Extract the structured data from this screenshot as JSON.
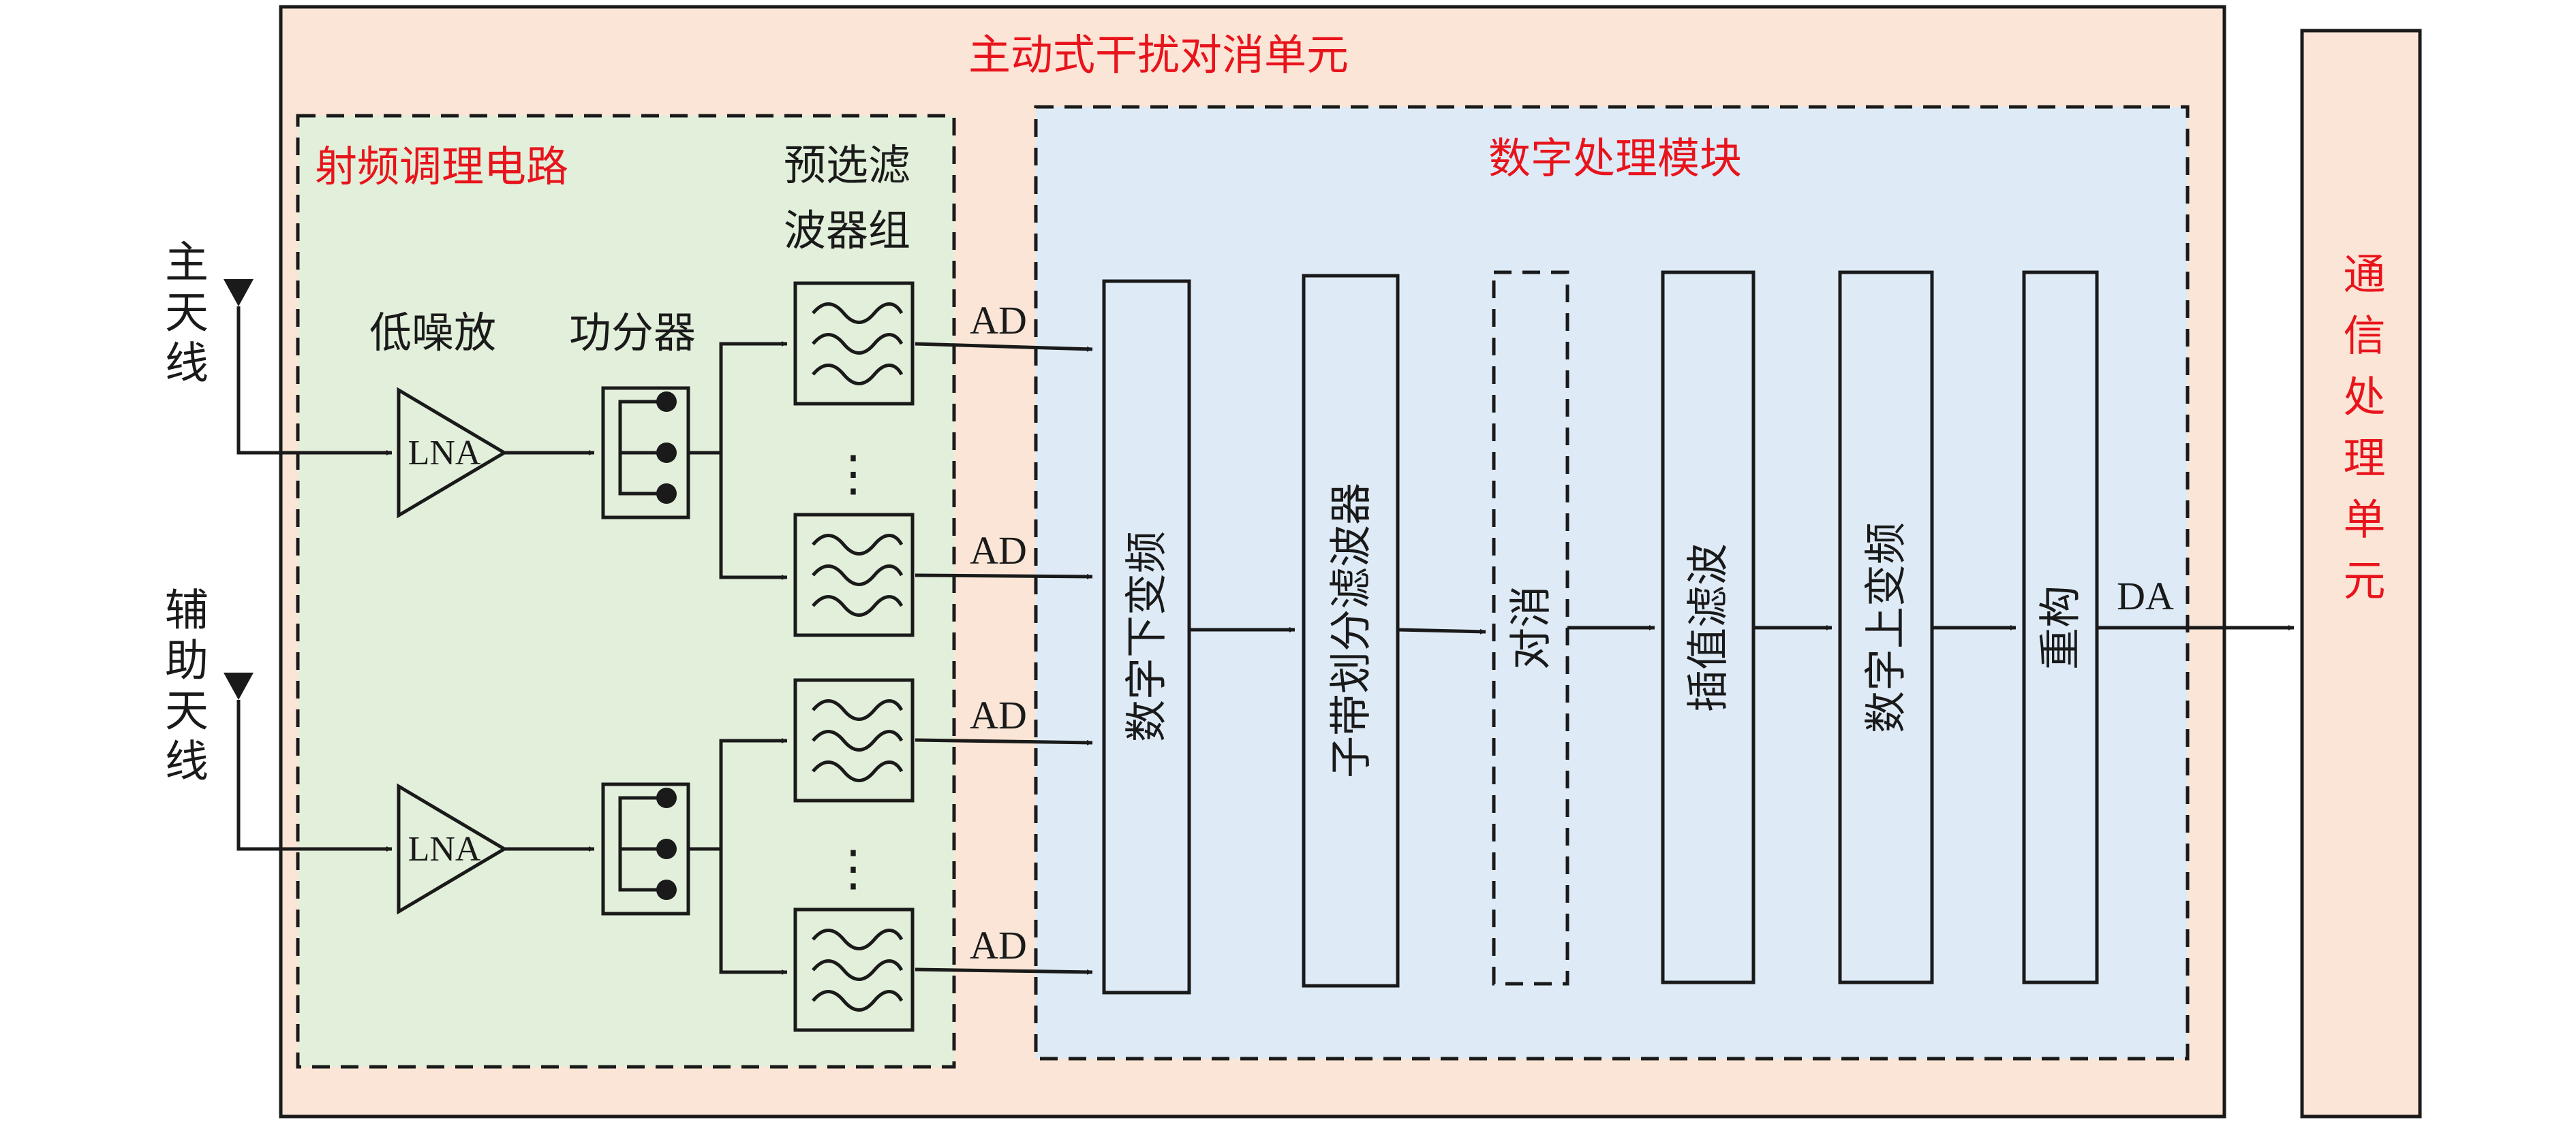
{
  "colors": {
    "outer_fill": "#fbe5d6",
    "rf_fill": "#e2efda",
    "dsp_fill": "#deebf7",
    "comm_fill": "#fbe5d6",
    "heading_text": "#e8141c",
    "line": "#1a1a1a"
  },
  "outer_title": "主动式干扰对消单元",
  "rf_title": "射频调理电路",
  "dsp_title": "数字处理模块",
  "comm_unit": "通信处理单元",
  "antennas": {
    "main": "主天线",
    "aux": "辅助天线"
  },
  "labels": {
    "lna_header": "低噪放",
    "splitter_header": "功分器",
    "filter_bank_line1": "预选滤",
    "filter_bank_line2": "波器组",
    "lna": "LNA",
    "ad": "AD",
    "da": "DA",
    "ellipsis": "⋮"
  },
  "dsp_blocks": {
    "ddc": "数字下变频",
    "subband": "子带划分滤波器",
    "cancel": "对消",
    "interp": "插值滤波",
    "duc": "数字上变频",
    "recon": "重构"
  },
  "icons": [
    "antenna-icon",
    "amplifier-icon",
    "splitter-icon",
    "bandpass-filter-icon",
    "arrow-icon"
  ]
}
